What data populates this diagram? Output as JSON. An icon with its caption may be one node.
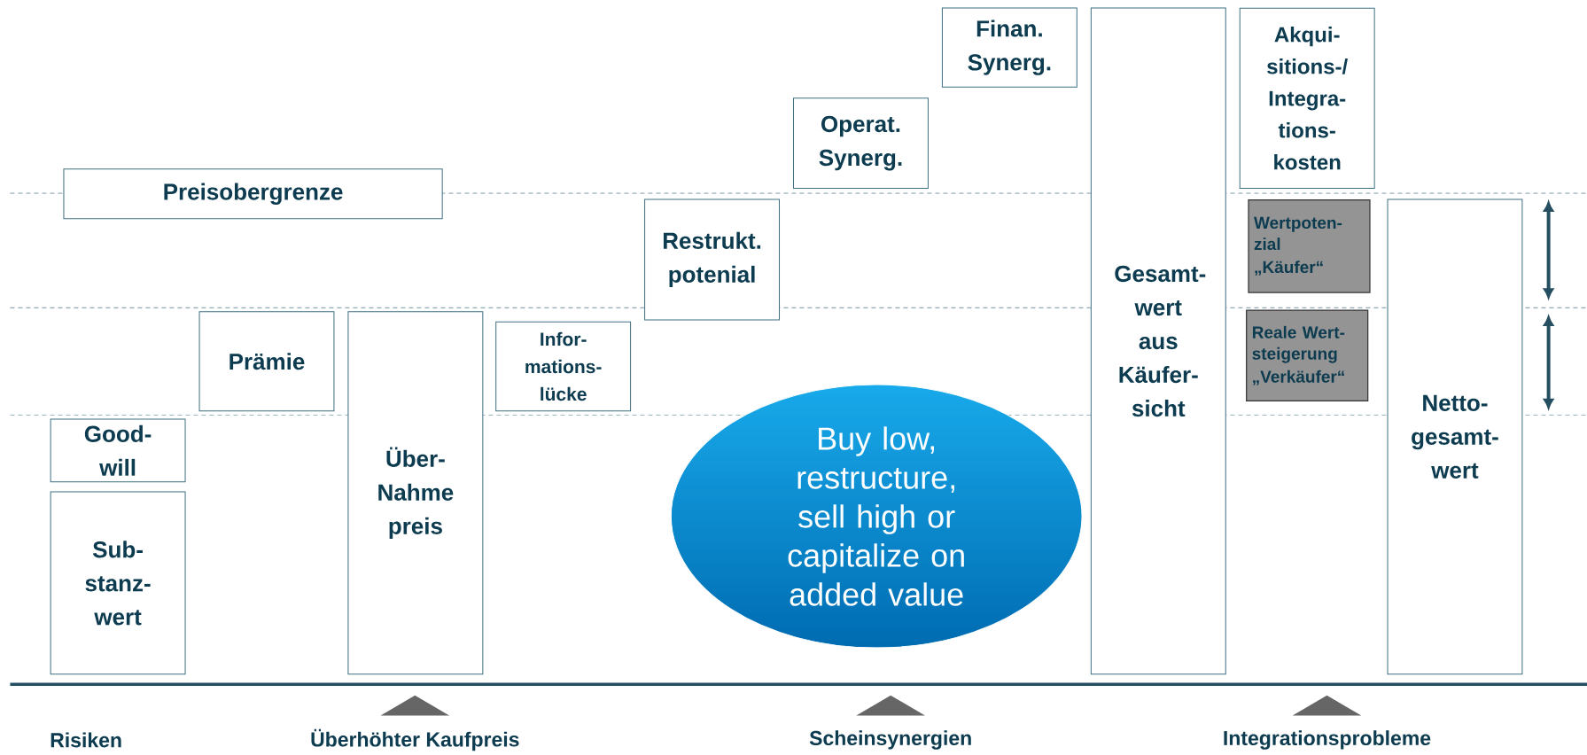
{
  "diagram": {
    "nodes": [
      {
        "text": [
          "Preisobergrenze"
        ]
      },
      {
        "text": [
          "Good- will"
        ]
      },
      {
        "text": [
          "Sub- stanz- wert"
        ]
      },
      {
        "text": [
          "Prämie"
        ]
      },
      {
        "text": [
          "Über- Nahme preis"
        ]
      },
      {
        "text": [
          "Infor- mations- lücke"
        ]
      },
      {
        "text": [
          "Restrukt. potenial"
        ]
      },
      {
        "text": [
          "Operat. Synerg."
        ]
      },
      {
        "text": [
          "Finan. Synerg."
        ]
      },
      {
        "text": [
          "Buy low, restructure, sell high or capitalize on added value"
        ]
      },
      {
        "text": [
          "Gesamt- wert aus Käufer- sicht"
        ]
      },
      {
        "text": [
          "Akqui- sitions-/ Integra- tions- kosten"
        ]
      },
      {
        "text": [
          "Wertpoten- zial",
          "„Käufer“"
        ]
      },
      {
        "text": [
          "Reale Wert- steigerung",
          "„Verkäufer“"
        ]
      },
      {
        "text": [
          "Netto- gesamt- wert"
        ]
      },
      {
        "text": [],
        "shape": "triangle",
        "beside": [
          "Überhöhter Kaufpreis"
        ]
      },
      {
        "text": [],
        "shape": "triangle",
        "beside": [
          "Scheinsynergien"
        ]
      },
      {
        "text": [],
        "shape": "triangle",
        "beside": [
          "Integrationsprobleme"
        ]
      }
    ],
    "labels": [
      "Risiken"
    ]
  }
}
